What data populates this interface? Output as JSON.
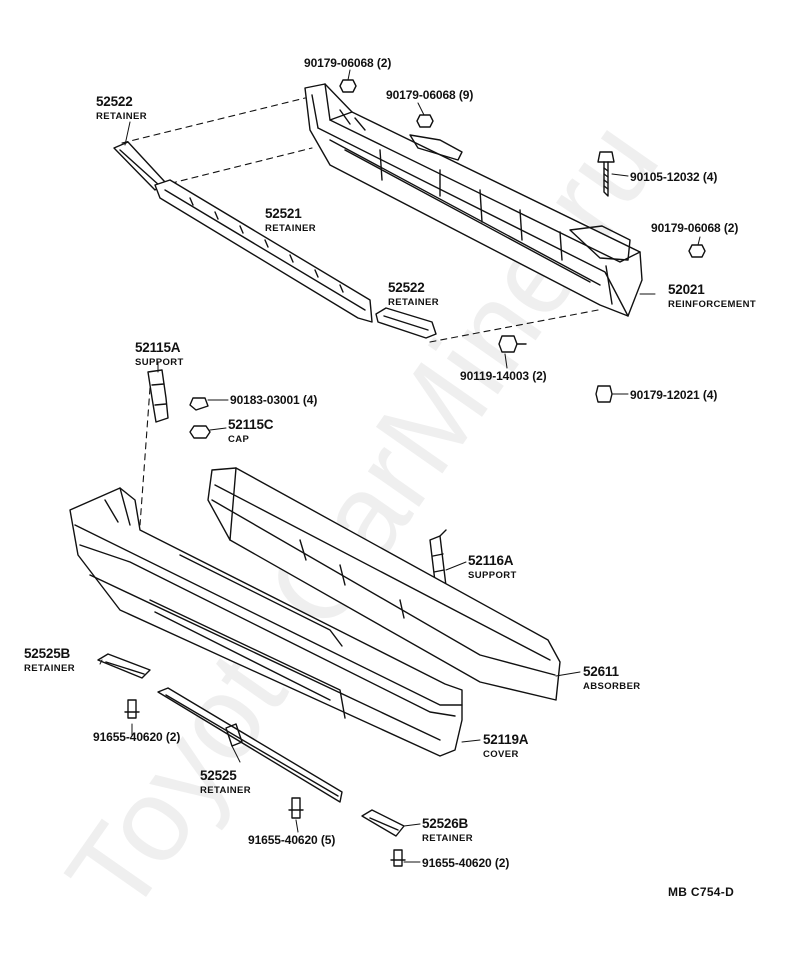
{
  "watermark": "ToyotaCarMine.ru",
  "diagram_code": "MB  C754-D",
  "parts": {
    "retainer_left": {
      "number": "52522",
      "name": "RETAINER"
    },
    "retainer_center": {
      "number": "52521",
      "name": "RETAINER"
    },
    "retainer_right": {
      "number": "52522",
      "name": "RETAINER"
    },
    "reinforcement": {
      "number": "52021",
      "name": "REINFORCEMENT"
    },
    "support_a": {
      "number": "52115A",
      "name": "SUPPORT"
    },
    "cap": {
      "number": "52115C",
      "name": "CAP"
    },
    "support_b": {
      "number": "52116A",
      "name": "SUPPORT"
    },
    "absorber": {
      "number": "52611",
      "name": "ABSORBER"
    },
    "cover": {
      "number": "52119A",
      "name": "COVER"
    },
    "retainer_525b": {
      "number": "52525B",
      "name": "RETAINER"
    },
    "retainer_525": {
      "number": "52525",
      "name": "RETAINER"
    },
    "retainer_526b": {
      "number": "52526B",
      "name": "RETAINER"
    }
  },
  "fasteners": {
    "f1": "90179-06068 (2)",
    "f2": "90179-06068 (9)",
    "f3": "90105-12032 (4)",
    "f4": "90179-06068 (2)",
    "f5": "90119-14003 (2)",
    "f6": "90179-12021 (4)",
    "f7": "90183-03001 (4)",
    "f8": "91655-40620 (2)",
    "f9": "91655-40620 (5)",
    "f10": "91655-40620 (2)"
  }
}
